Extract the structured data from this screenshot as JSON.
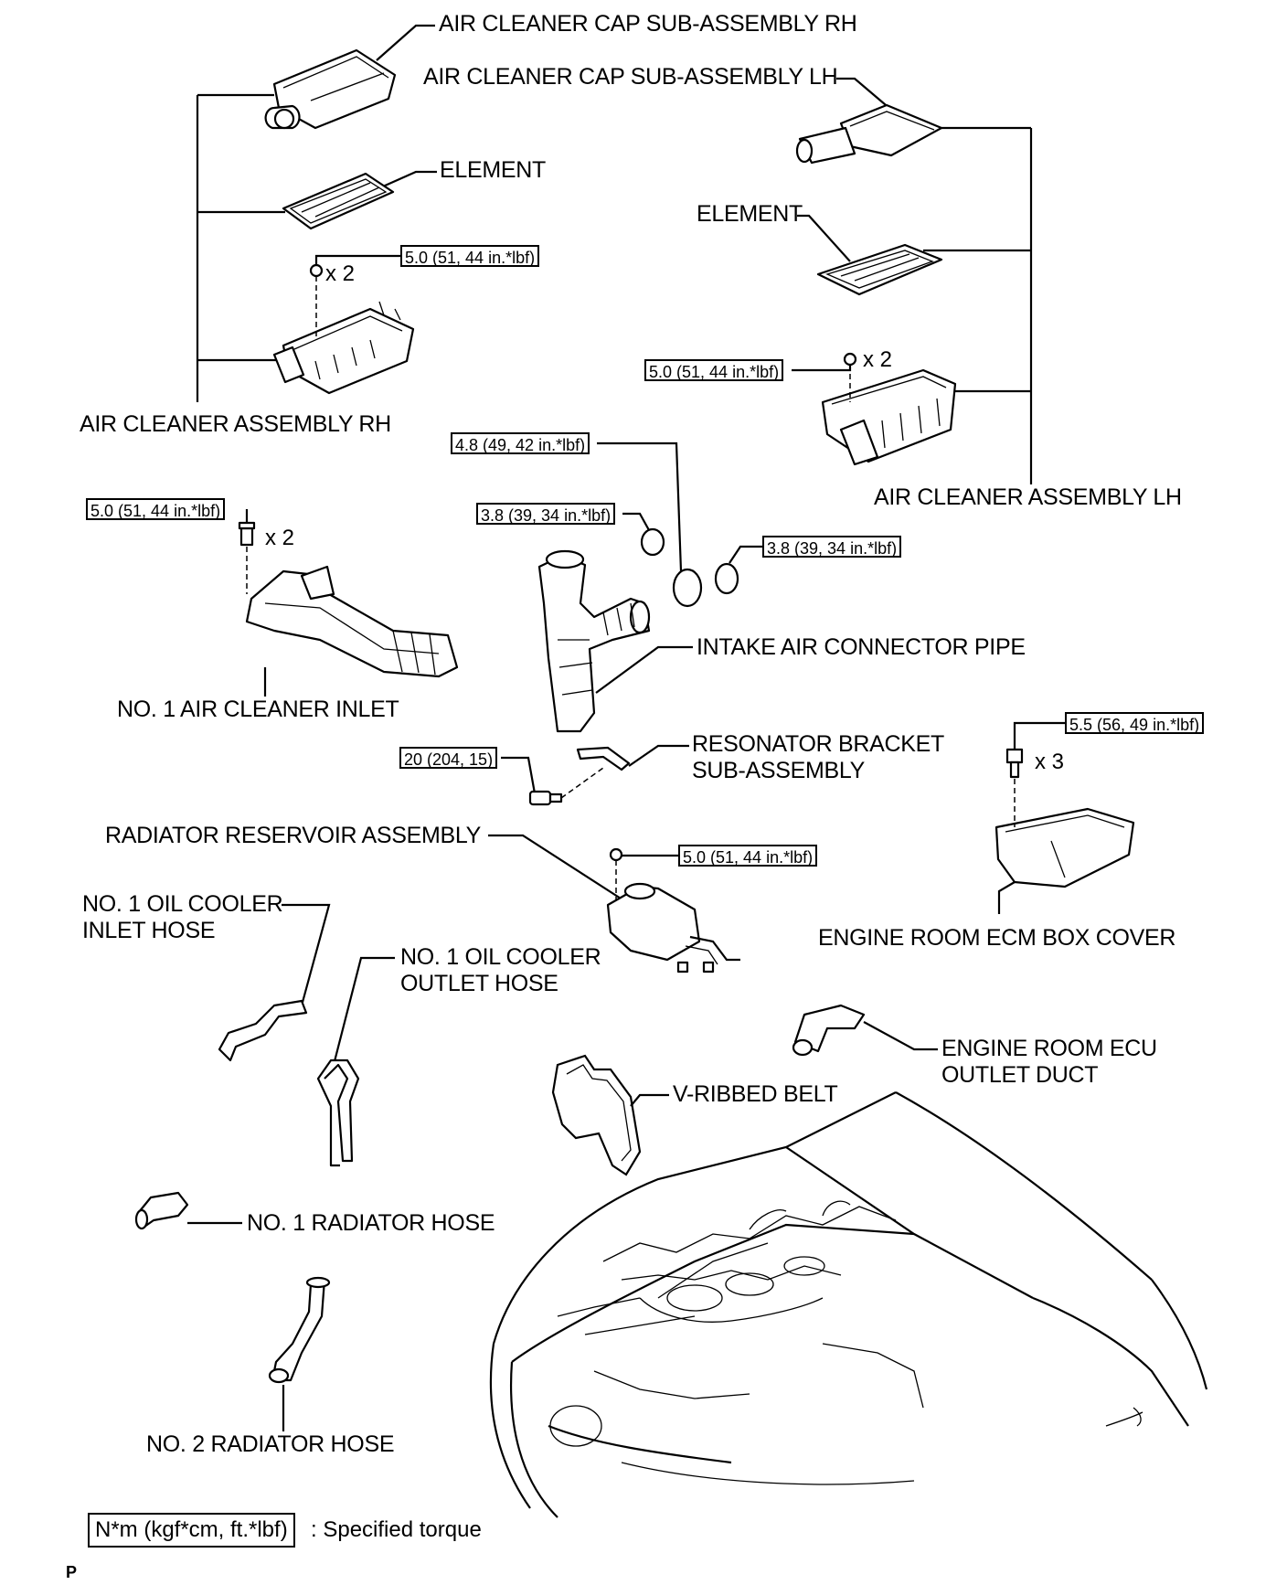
{
  "labels": {
    "cap_rh": "AIR CLEANER CAP SUB-ASSEMBLY RH",
    "cap_lh": "AIR CLEANER CAP SUB-ASSEMBLY LH",
    "element_rh": "ELEMENT",
    "element_lh": "ELEMENT",
    "assy_rh": "AIR CLEANER ASSEMBLY RH",
    "assy_lh": "AIR CLEANER ASSEMBLY LH",
    "inlet": "NO. 1 AIR CLEANER INLET",
    "intake_pipe": "INTAKE AIR CONNECTOR PIPE",
    "resonator_1": "RESONATOR BRACKET",
    "resonator_2": "SUB-ASSEMBLY",
    "reservoir": "RADIATOR RESERVOIR ASSEMBLY",
    "oil_in_1": "NO. 1 OIL COOLER",
    "oil_in_2": "INLET HOSE",
    "oil_out_1": "NO. 1 OIL COOLER",
    "oil_out_2": "OUTLET HOSE",
    "ecm_cover": "ENGINE ROOM ECM BOX COVER",
    "ecu_duct_1": "ENGINE ROOM ECU",
    "ecu_duct_2": "OUTLET DUCT",
    "belt": "V-RIBBED BELT",
    "rad_hose_1": "NO. 1 RADIATOR HOSE",
    "rad_hose_2": "NO. 2 RADIATOR HOSE"
  },
  "torques": {
    "t_rh_cleaner": "5.0 (51, 44 in.*lbf)",
    "t_lh_cleaner": "5.0 (51, 44 in.*lbf)",
    "t_inlet": "5.0 (51, 44 in.*lbf)",
    "t_pipe_big": "4.8 (49, 42 in.*lbf)",
    "t_clamp_a": "3.8 (39, 34 in.*lbf)",
    "t_clamp_b": "3.8 (39, 34 in.*lbf)",
    "t_resonator": "20 (204, 15)",
    "t_reservoir": "5.0 (51, 44 in.*lbf)",
    "t_ecm": "5.5 (56, 49 in.*lbf)"
  },
  "quantities": {
    "q_rh": "x 2",
    "q_lh": "x 2",
    "q_inlet": "x 2",
    "q_ecm": "x 3"
  },
  "legend": {
    "unit": "N*m (kgf*cm, ft.*lbf)",
    "text": ": Specified torque"
  },
  "corner_mark": "P"
}
